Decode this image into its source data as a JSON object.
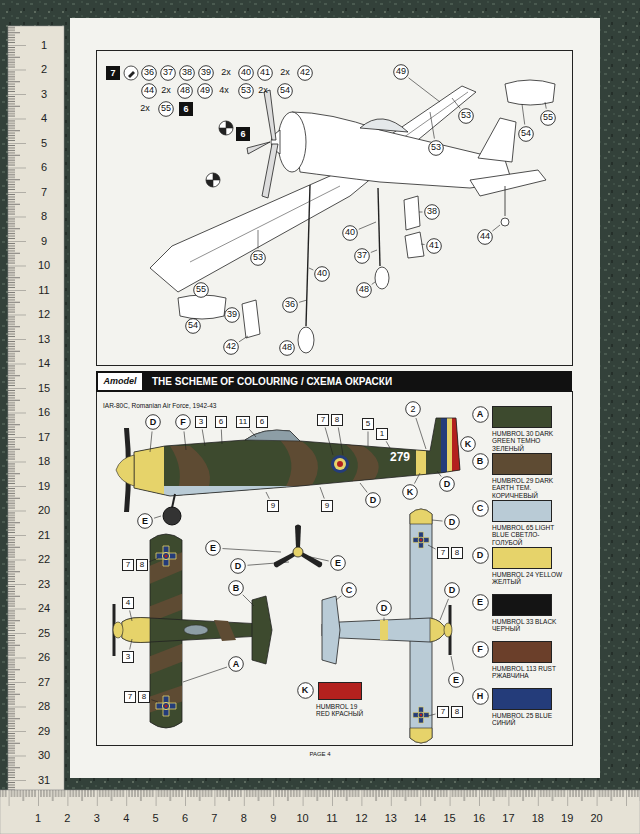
{
  "diagram": {
    "nodes": [
      {
        "text": [
          "7"
        ]
      },
      {
        "text": [
          "36"
        ]
      },
      {
        "text": [
          "37"
        ]
      },
      {
        "text": [
          "38"
        ]
      },
      {
        "text": [
          "39"
        ]
      },
      {
        "text": [
          "40"
        ]
      },
      {
        "text": [
          "41"
        ]
      },
      {
        "text": [
          "42"
        ]
      },
      {
        "text": [
          "44"
        ]
      },
      {
        "text": [
          "48"
        ]
      },
      {
        "text": [
          "49"
        ]
      },
      {
        "text": [
          "53"
        ]
      },
      {
        "text": [
          "54"
        ]
      },
      {
        "text": [
          "55"
        ]
      },
      {
        "text": [
          "6"
        ]
      },
      {
        "text": [
          "49"
        ]
      },
      {
        "text": [
          "55"
        ]
      },
      {
        "text": [
          "54"
        ]
      },
      {
        "text": [
          "53"
        ]
      },
      {
        "text": [
          "6"
        ]
      },
      {
        "text": [
          "53"
        ]
      },
      {
        "text": [
          "38"
        ]
      },
      {
        "text": [
          "40"
        ]
      },
      {
        "text": [
          "41"
        ]
      },
      {
        "text": [
          "37"
        ]
      },
      {
        "text": [
          "44"
        ]
      },
      {
        "text": [
          "53"
        ]
      },
      {
        "text": [
          "40"
        ]
      },
      {
        "text": [
          "48"
        ]
      },
      {
        "text": [
          "55"
        ]
      },
      {
        "text": [
          "36"
        ]
      },
      {
        "text": [
          "39"
        ]
      },
      {
        "text": [
          "54"
        ]
      },
      {
        "text": [
          "42"
        ]
      },
      {
        "text": [
          "48"
        ]
      },
      {
        "text": [
          "THE SCHEME OF COLOURING / СХЕМА ОКРАСКИ"
        ]
      },
      {
        "text": [
          "Amodel"
        ],
        "in": 35
      },
      {
        "text": [
          "D"
        ]
      },
      {
        "text": [
          "F"
        ]
      },
      {
        "text": [
          "3"
        ]
      },
      {
        "text": [
          "6"
        ]
      },
      {
        "text": [
          "11"
        ]
      },
      {
        "text": [
          "6"
        ]
      },
      {
        "text": [
          "7"
        ]
      },
      {
        "text": [
          "8"
        ]
      },
      {
        "text": [
          "5"
        ]
      },
      {
        "text": [
          "1"
        ]
      },
      {
        "text": [
          "2"
        ]
      },
      {
        "text": [
          "K"
        ]
      },
      {
        "text": [
          "E"
        ]
      },
      {
        "text": [
          "9"
        ]
      },
      {
        "text": [
          "9"
        ]
      },
      {
        "text": [
          "D"
        ]
      },
      {
        "text": [
          "K"
        ]
      },
      {
        "text": [
          "D"
        ]
      },
      {
        "text": [
          "E"
        ]
      },
      {
        "text": [
          "D"
        ]
      },
      {
        "text": [
          "B"
        ]
      },
      {
        "text": [
          "E"
        ]
      },
      {
        "text": [
          "C"
        ]
      },
      {
        "text": [
          "D"
        ]
      },
      {
        "text": [
          "D"
        ]
      },
      {
        "text": [
          "E"
        ]
      },
      {
        "text": [
          "D"
        ]
      },
      {
        "text": [
          "7"
        ]
      },
      {
        "text": [
          "8"
        ]
      },
      {
        "text": [
          "4"
        ]
      },
      {
        "text": [
          "3"
        ]
      },
      {
        "text": [
          "7"
        ]
      },
      {
        "text": [
          "8"
        ]
      },
      {
        "text": [
          "A"
        ]
      },
      {
        "text": [
          "7"
        ]
      },
      {
        "text": [
          "8"
        ]
      },
      {
        "text": [
          "7"
        ]
      },
      {
        "text": [
          "8"
        ]
      },
      {
        "text": [
          "A"
        ]
      },
      {
        "text": [
          "B"
        ]
      },
      {
        "text": [
          "C"
        ]
      },
      {
        "text": [
          "D"
        ]
      },
      {
        "text": [
          "E"
        ]
      },
      {
        "text": [
          "F"
        ]
      },
      {
        "text": [
          "H"
        ]
      },
      {
        "text": [
          "K"
        ]
      }
    ],
    "labels": [
      "2x",
      "2x",
      "2x",
      "4x",
      "2x",
      "2x",
      "IAR-80C, Romanian Air Force, 1942-43",
      "279",
      "PAGE 4",
      "1",
      "2",
      "3",
      "4",
      "5",
      "6",
      "7",
      "8",
      "9",
      "10",
      "11",
      "12",
      "13",
      "14",
      "15",
      "16",
      "17",
      "18",
      "19",
      "20",
      "21",
      "22",
      "23",
      "24",
      "25",
      "26",
      "27",
      "28",
      "29",
      "30",
      "31",
      "1",
      "2",
      "3",
      "4",
      "5",
      "6",
      "7",
      "8",
      "9",
      "10",
      "11",
      "12",
      "13",
      "14",
      "15",
      "16",
      "17",
      "18",
      "19",
      "20"
    ],
    "legend": [
      {
        "text": "HUMBROL 30 DARK GREEN ТЕМНО ЗЕЛЕНЫЙ",
        "color": "#3d4a2e"
      },
      {
        "text": "HUMBROL 29 DARK EARTH ТЕМ. КОРИЧНЕВЫЙ",
        "color": "#5e4b33"
      },
      {
        "text": "HUMBROL 65 LIGHT BLUE СВЕТЛО-ГОЛУБОЙ",
        "color": "#b9cbd6"
      },
      {
        "text": "HUMBROL 24 YELLOW ЖЕЛТЫЙ",
        "color": "#e6d36a"
      },
      {
        "text": "HUMBROL 33 BLACK ЧЕРНЫЙ",
        "color": "#141414"
      },
      {
        "text": "HUMBROL 113 RUST РЖАВЧИНА",
        "color": "#6b3f2a"
      },
      {
        "text": "HUMBROL 25 BLUE СИНИЙ",
        "color": "#243c7a"
      },
      {
        "text": "HUMBROL 19 RED КРАСНЫЙ",
        "color": "#b3211e"
      }
    ]
  }
}
